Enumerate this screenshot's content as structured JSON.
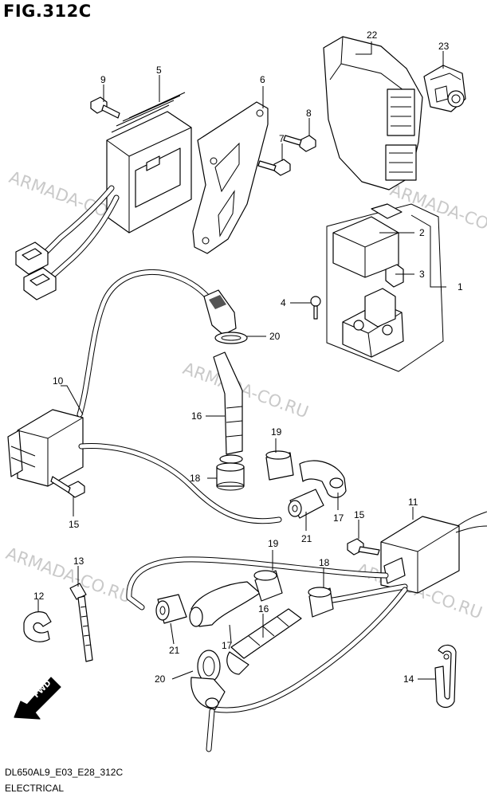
{
  "figure": {
    "title": "FIG.312C",
    "code": "DL650AL9_E03_E28_312C",
    "section": "ELECTRICAL"
  },
  "watermark": "ARMADA-CO.RU",
  "fwd_label": "FWD",
  "callouts": [
    "1",
    "2",
    "3",
    "4",
    "5",
    "6",
    "7",
    "8",
    "9",
    "10",
    "11",
    "12",
    "13",
    "14",
    "15",
    "15",
    "16",
    "16",
    "17",
    "17",
    "18",
    "18",
    "19",
    "19",
    "20",
    "20",
    "21",
    "21",
    "22",
    "23"
  ]
}
